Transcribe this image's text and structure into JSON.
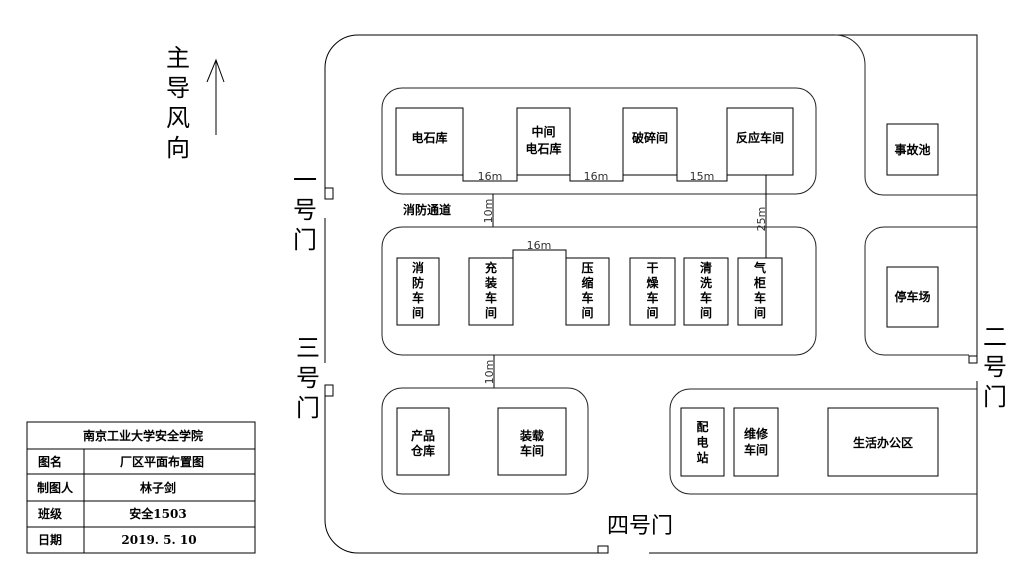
{
  "drawing": {
    "wind_direction": {
      "label": "主导风向"
    },
    "gates": {
      "gate_1": "一号门",
      "gate_2": "二号门",
      "gate_3": "三号门",
      "gate_4": "四号门"
    },
    "road_label": "消防通道",
    "row_1": [
      {
        "lines": [
          "电石库"
        ]
      },
      {
        "lines": [
          "中间",
          "电石库"
        ]
      },
      {
        "lines": [
          "破碎间"
        ]
      },
      {
        "lines": [
          "反应车间"
        ]
      }
    ],
    "row_1_spacings": [
      "16m",
      "16m",
      "15m"
    ],
    "row_2": [
      {
        "label": "消防车间"
      },
      {
        "label": "充装车间"
      },
      {
        "label": "压缩车间"
      },
      {
        "label": "干燥车间"
      },
      {
        "label": "清洗车间"
      },
      {
        "label": "气柜车间"
      }
    ],
    "row_2_spacing": "16m",
    "row_3": [
      {
        "lines": [
          "产品",
          "仓库"
        ]
      },
      {
        "lines": [
          "装载",
          "车间"
        ]
      }
    ],
    "row_4": [
      {
        "label": "配电站"
      },
      {
        "lines": [
          "维修",
          "车间"
        ]
      },
      {
        "lines": [
          "生活办公区"
        ]
      }
    ],
    "east_column": [
      {
        "lines": [
          "事故池"
        ]
      },
      {
        "lines": [
          "停车场"
        ]
      }
    ],
    "road_distances": {
      "row1_to_row2": "10m",
      "reaction_to_gasholder": "25m",
      "row2_to_row3": "10m"
    }
  },
  "title_block": {
    "institution": "南京工业大学安全学院",
    "rows": [
      {
        "label": "图名",
        "value": "厂区平面布置图"
      },
      {
        "label": "制图人",
        "value": "林子剑"
      },
      {
        "label": "班级",
        "value": "安全1503"
      },
      {
        "label": "日期",
        "value": "2019. 5. 10"
      }
    ]
  }
}
